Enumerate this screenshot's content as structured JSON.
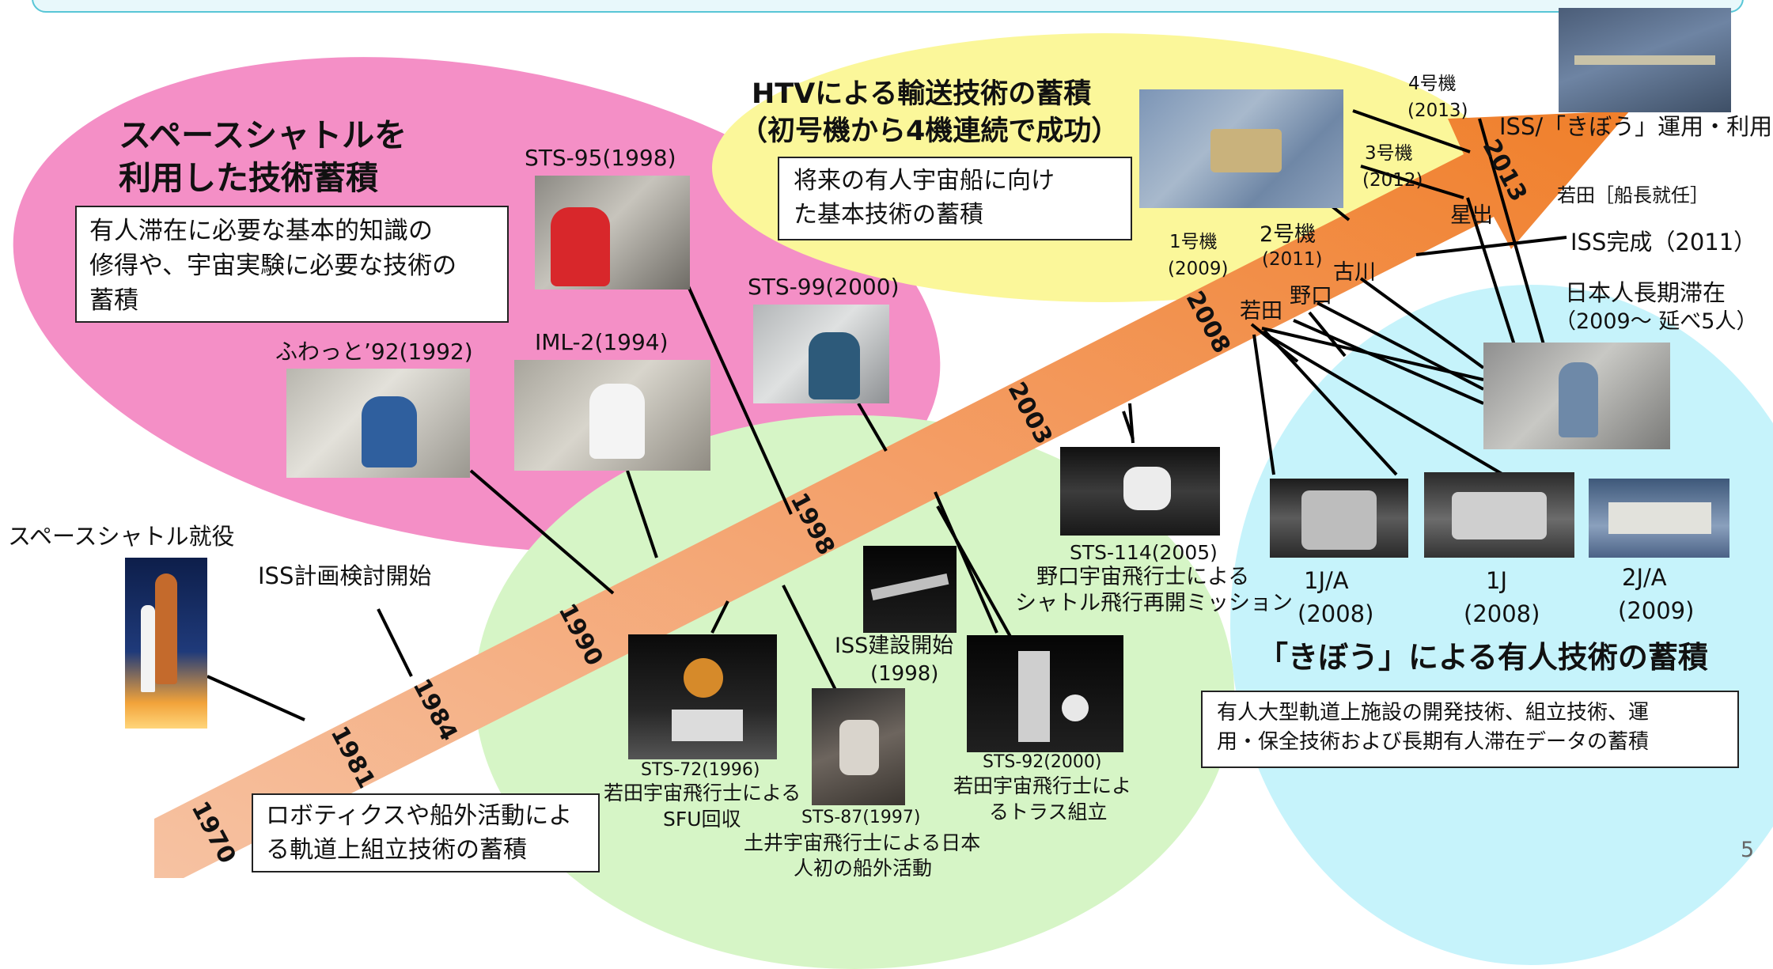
{
  "page_number": "5",
  "shuttle": {
    "title_line1": "スペースシャトルを",
    "title_line2": "利用した技術蓄積",
    "box_line1": "有人滞在に必要な基本的知識の",
    "box_line2": "修得や、宇宙実験に必要な技術の",
    "box_line3": "蓄積"
  },
  "htv": {
    "title_line1": "HTVによる輸送技術の蓄積",
    "title_line2": "（初号機から4機連続で成功）",
    "box_line1": "将来の有人宇宙船に向け",
    "box_line2": "た基本技術の蓄積",
    "unit1": "1号機",
    "unit1_year": "(2009)",
    "unit2": "2号機",
    "unit2_year": "(2011)",
    "unit3": "3号機",
    "unit3_year": "(2012)",
    "unit4": "4号機",
    "unit4_year": "(2013)"
  },
  "kibo": {
    "title": "「きぼう」による有人技術の蓄積",
    "box_line1": "有人大型軌道上施設の開発技術、組立技術、運",
    "box_line2": "用・保全技術および長期有人滞在データの蓄積",
    "j1a": "1J/A",
    "j1a_year": "(2008)",
    "j1": "1J",
    "j1_year": "(2008)",
    "j2a": "2J/A",
    "j2a_year": "(2009)"
  },
  "robotics": {
    "box_line1": "ロボティクスや船外活動によ",
    "box_line2": "る軌道上組立技術の蓄積"
  },
  "timeline": {
    "years": [
      "1970",
      "1981",
      "1984",
      "1990",
      "1998",
      "2003",
      "2008",
      "2013"
    ]
  },
  "labels": {
    "shuttle_start": "スペースシャトル就役",
    "iss_plan": "ISS計画検討開始",
    "fuwatto": "ふわっと’92(1992)",
    "iml2": "IML-2(1994)",
    "sts95": "STS-95(1998)",
    "sts99": "STS-99(2000)",
    "sts114": "STS-114(2005)",
    "sts114_l1": "野口宇宙飛行士による",
    "sts114_l2": "シャトル飛行再開ミッション",
    "iss_build": "ISS建設開始",
    "iss_build_year": "(1998)",
    "sts72": "STS-72(1996)",
    "sts72_l1": "若田宇宙飛行士による",
    "sts72_l2": "SFU回収",
    "sts87": "STS-87(1997)",
    "sts87_l1": "土井宇宙飛行士による日本",
    "sts87_l2": "人初の船外活動",
    "sts92": "STS-92(2000)",
    "sts92_l1": "若田宇宙飛行士によ",
    "sts92_l2": "るトラス組立",
    "iss_ops": "ISS/「きぼう」運用・利用",
    "wakata_cmd": "若田［船長就任］",
    "iss_complete": "ISS完成（2011）",
    "long_stay_l1": "日本人長期滞在",
    "long_stay_l2": "（2009～ 延べ5人）",
    "hoshide": "星出",
    "furukawa": "古川",
    "noguchi": "野口",
    "wakata": "若田"
  },
  "colors": {
    "pink": "#f48fc6",
    "yellow": "#fbf79a",
    "green": "#d6f5c6",
    "cyan": "#c6f3fb",
    "arrow_light": "#f4b08a",
    "arrow_dark": "#f0883a",
    "header_border": "#58c6d6"
  }
}
